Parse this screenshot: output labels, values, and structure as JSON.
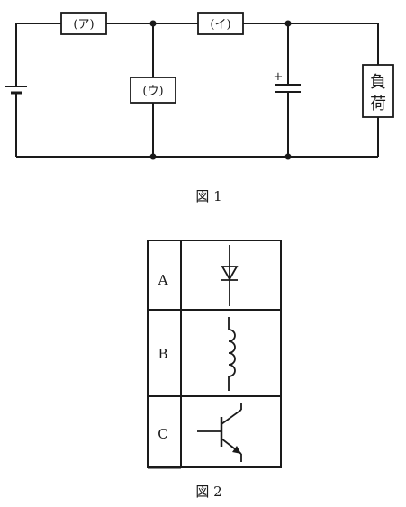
{
  "figure1": {
    "caption": "図 1",
    "components": {
      "a": "(ア)",
      "i": "(イ)",
      "u": "(ウ)"
    },
    "capacitor_polarity": "+",
    "load_char1": "負",
    "load_char2": "荷"
  },
  "figure2": {
    "caption": "図 2",
    "rows": [
      {
        "label": "A",
        "symbol": "diode-icon"
      },
      {
        "label": "B",
        "symbol": "inductor-coil-icon"
      },
      {
        "label": "C",
        "symbol": "transistor-icon"
      }
    ]
  },
  "colors": {
    "line": "#1a1a1a",
    "background": "#ffffff"
  }
}
